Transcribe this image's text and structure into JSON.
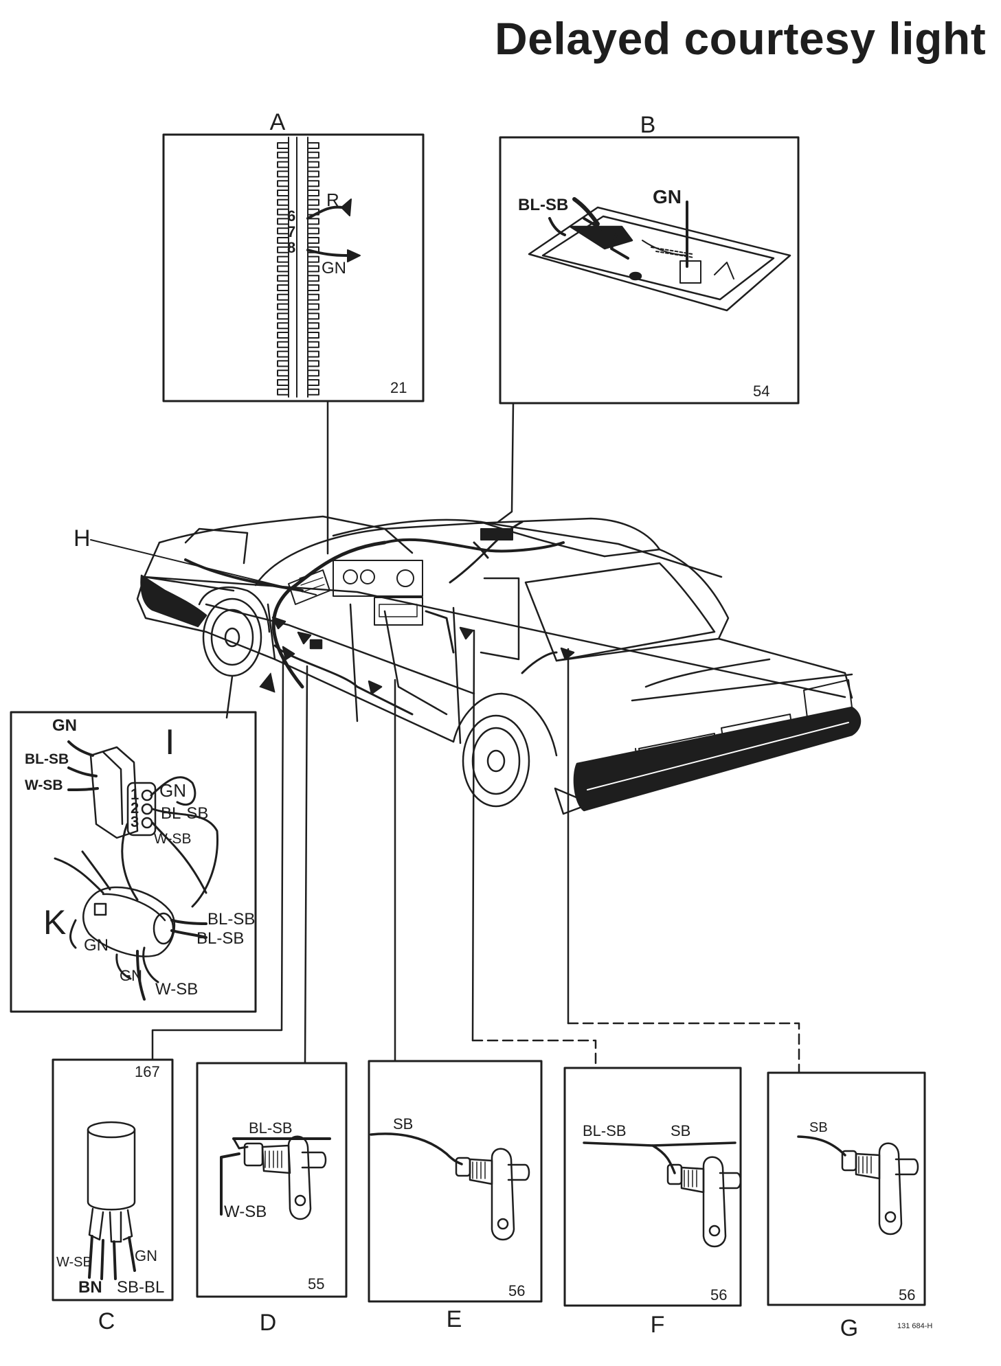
{
  "title": "Delayed courtesy light",
  "panels": {
    "A": {
      "label": "A",
      "page": "21",
      "pins": [
        "6",
        "7",
        "8"
      ],
      "wires": [
        "R",
        "GN"
      ]
    },
    "B": {
      "label": "B",
      "page": "54",
      "wires": [
        "BL-SB",
        "GN"
      ]
    },
    "C": {
      "label": "C",
      "page": "167",
      "wires": [
        "W-SB",
        "BN",
        "SB-BL",
        "GN"
      ]
    },
    "D": {
      "label": "D",
      "page": "55",
      "wires": [
        "BL-SB",
        "W-SB"
      ]
    },
    "E": {
      "label": "E",
      "page": "56",
      "wires": [
        "SB"
      ]
    },
    "F": {
      "label": "F",
      "page": "56",
      "wires": [
        "BL-SB",
        "SB"
      ]
    },
    "G": {
      "label": "G",
      "page": "56",
      "wires": [
        "SB"
      ]
    },
    "H": {
      "label": "H"
    },
    "detail": {
      "label_i": "I",
      "label_k": "K",
      "pins": [
        "1",
        "2",
        "3"
      ],
      "wires": [
        "GN",
        "BL-SB",
        "W-SB",
        "GN",
        "BL-SB",
        "W-SB",
        "BL-SB",
        "BL-SB",
        "GN",
        "GN",
        "W-SB"
      ]
    }
  },
  "ref_code": "131 684-H"
}
